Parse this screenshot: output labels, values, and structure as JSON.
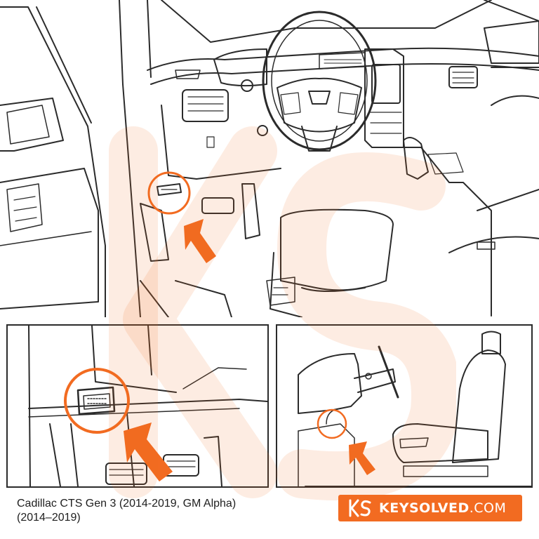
{
  "caption": {
    "line1": "Cadillac CTS Gen 3 (2014-2019, GM Alpha)",
    "line2": "(2014–2019)"
  },
  "brand": {
    "name_bold": "KEYSOLVED",
    "name_suffix": ".COM",
    "mark_icon": "keysolved-ks-logo",
    "color": "#f26b21"
  },
  "illustration": {
    "highlight_color": "#f26b21",
    "line_color": "#2b2b2b",
    "icons": [
      "obd-port-icon",
      "pointer-arrow-icon",
      "highlight-circle-icon"
    ]
  }
}
